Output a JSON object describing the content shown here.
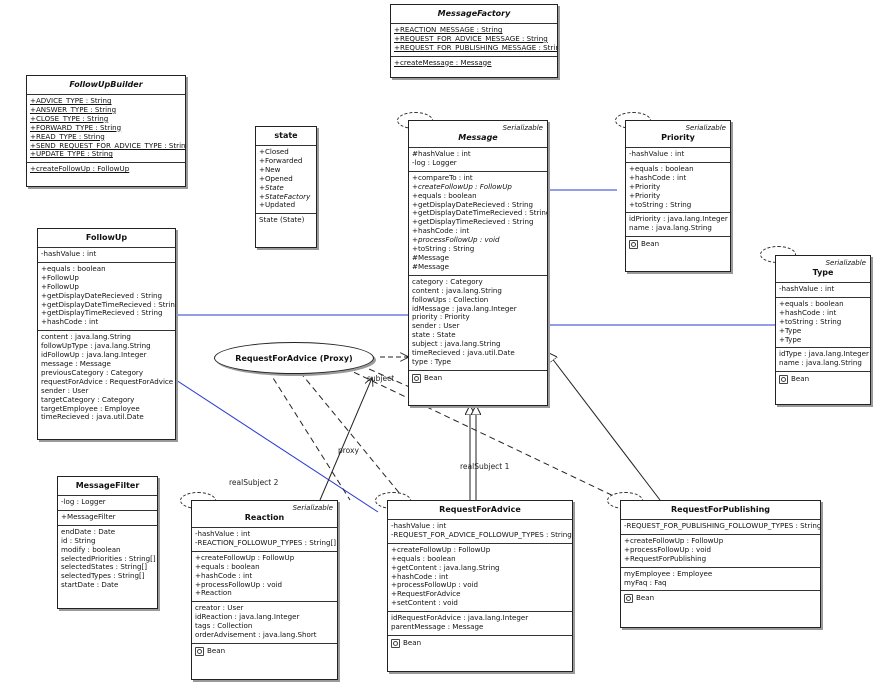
{
  "classes": {
    "messageFactory": {
      "name": "MessageFactory",
      "attributes": [
        "+REACTION_MESSAGE : String",
        "+REQUEST_FOR_ADVICE_MESSAGE : String",
        "+REQUEST_FOR_PUBLISHING_MESSAGE : String"
      ],
      "operations": [
        "+createMessage : Message"
      ]
    },
    "followUpBuilder": {
      "name": "FollowUpBuilder",
      "attributes": [
        "+ADVICE_TYPE : String",
        "+ANSWER_TYPE : String",
        "+CLOSE_TYPE : String",
        "+FORWARD_TYPE : String",
        "+READ_TYPE : String",
        "+SEND_REQUEST_FOR_ADVICE_TYPE : String",
        "+UPDATE_TYPE : String"
      ],
      "operations": [
        "+createFollowUp : FollowUp"
      ]
    },
    "state": {
      "name": "state",
      "attributes": [
        "+Closed",
        "+Forwarded",
        "+New",
        "+Opened",
        "+State",
        "+StateFactory",
        "+Updated"
      ],
      "operations": [
        "State (State)"
      ]
    },
    "message": {
      "stereotype": "Serializable",
      "name": "Message",
      "attributes": [
        "#hashValue : int",
        "-log : Logger"
      ],
      "operations": [
        "+compareTo : int",
        "+createFollowUp : FollowUp",
        "+equals : boolean",
        "+getDisplayDateRecieved : String",
        "+getDisplayDateTimeRecieved : String",
        "+getDisplayTimeRecieved : String",
        "+hashCode : int",
        "+processFollowUp : void",
        "+toString : String",
        "#Message",
        "#Message"
      ],
      "properties": [
        "category : Category",
        "content : java.lang.String",
        "followUps : Collection",
        "idMessage : java.lang.Integer",
        "priority : Priority",
        "sender : User",
        "state : State",
        "subject : java.lang.String",
        "timeRecieved : java.util.Date",
        "type : Type"
      ],
      "footer": "Bean"
    },
    "priority": {
      "stereotype": "Serializable",
      "name": "Priority",
      "attributes": [
        "-hashValue : int"
      ],
      "operations": [
        "+equals : boolean",
        "+hashCode : int",
        "+Priority",
        "+Priority",
        "+toString : String"
      ],
      "properties": [
        "idPriority : java.lang.Integer",
        "name : java.lang.String"
      ],
      "footer": "Bean"
    },
    "type": {
      "stereotype": "Serializable",
      "name": "Type",
      "attributes": [
        "-hashValue : int"
      ],
      "operations": [
        "+equals : boolean",
        "+hashCode : int",
        "+toString : String",
        "+Type",
        "+Type"
      ],
      "properties": [
        "idType : java.lang.Integer",
        "name : java.lang.String"
      ],
      "footer": "Bean"
    },
    "followUp": {
      "name": "FollowUp",
      "attributes": [
        "-hashValue : int"
      ],
      "operations": [
        "+equals : boolean",
        "+FollowUp",
        "+FollowUp",
        "+getDisplayDateRecieved : String",
        "+getDisplayDateTimeRecieved : String",
        "+getDisplayTimeRecieved : String",
        "+hashCode : int"
      ],
      "properties": [
        "content : java.lang.String",
        "followUpType : java.lang.String",
        "idFollowUp : java.lang.Integer",
        "message : Message",
        "previousCategory : Category",
        "requestForAdvice : RequestForAdvice",
        "sender : User",
        "targetCategory : Category",
        "targetEmployee : Employee",
        "timeRecieved : java.util.Date"
      ]
    },
    "messageFilter": {
      "name": "MessageFilter",
      "attributes": [
        "-log : Logger"
      ],
      "operations": [
        "+MessageFilter"
      ],
      "properties": [
        "endDate : Date",
        "id : String",
        "modify : boolean",
        "selectedPriorities : String[]",
        "selectedStates : String[]",
        "selectedTypes : String[]",
        "startDate : Date"
      ]
    },
    "reaction": {
      "stereotype": "Serializable",
      "name": "Reaction",
      "attributes": [
        "-hashValue : int",
        "-REACTION_FOLLOWUP_TYPES : String[]"
      ],
      "operations": [
        "+createFollowUp : FollowUp",
        "+equals : boolean",
        "+hashCode : int",
        "+processFollowUp : void",
        "+Reaction"
      ],
      "properties": [
        "creator : User",
        "idReaction : java.lang.Integer",
        "tags : Collection",
        "orderAdvisement : java.lang.Short"
      ],
      "footer": "Bean"
    },
    "requestForAdvice": {
      "name": "RequestForAdvice",
      "attributes": [
        "-hashValue : int",
        "-REQUEST_FOR_ADVICE_FOLLOWUP_TYPES : String[]"
      ],
      "operations": [
        "+createFollowUp : FollowUp",
        "+equals : boolean",
        "+getContent : java.lang.String",
        "+hashCode : int",
        "+processFollowUp : void",
        "+RequestForAdvice",
        "+setContent : void"
      ],
      "properties": [
        "idRequestForAdvice : java.lang.Integer",
        "parentMessage : Message"
      ],
      "footer": "Bean"
    },
    "requestForPublishing": {
      "name": "RequestForPublishing",
      "attributes": [
        "-REQUEST_FOR_PUBLISHING_FOLLOWUP_TYPES : String[]"
      ],
      "operations": [
        "+createFollowUp : FollowUp",
        "+processFollowUp : void",
        "+RequestForPublishing"
      ],
      "properties": [
        "myEmployee : Employee",
        "myFaq : Faq"
      ],
      "footer": "Bean"
    }
  },
  "proxy": {
    "name": "RequestForAdvice (Proxy)"
  },
  "edgeLabels": {
    "subject": "subject",
    "proxy": "proxy",
    "realSubject1": "realSubject 1",
    "realSubject2": "realSubject 2"
  }
}
